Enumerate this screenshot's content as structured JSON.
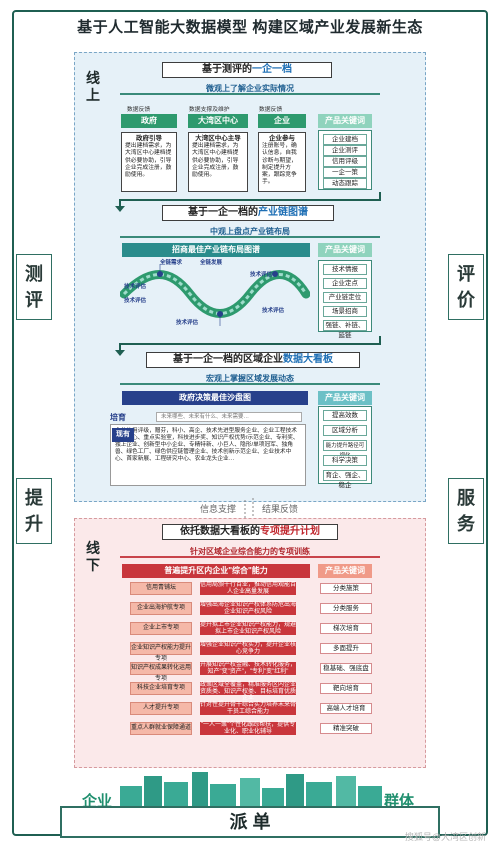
{
  "title": "基于人工智能大数据模型   构建区域产业发展新生态",
  "side_labels": [
    "测评",
    "提升",
    "评价",
    "服务"
  ],
  "panel_tags": {
    "online": "线上",
    "offline": "线下"
  },
  "sec1": {
    "title_prefix": "基于测评的",
    "title_hl": "一企一档",
    "sub": "微观上了解企业实际情况",
    "headers": [
      "数据反馈",
      "数据支撑及维护",
      "数据反馈"
    ],
    "chips": [
      "政府",
      "大湾区中心",
      "企业",
      "产品关键词"
    ],
    "cards": [
      {
        "t": "政府引导",
        "b": "提出建档需求，为大湾区中心建档提供必要协助，引导企业完成注册，鼓励使用。"
      },
      {
        "t": "大湾区中心主导",
        "b": "提出建档需求，为大湾区中心建档提供必要协助，引导企业完成注册，鼓励使用。"
      },
      {
        "t": "企业参与",
        "b": "注册账号，确认信息，自我诊断与期望，制定提升方案，跟踪竞争手。"
      }
    ],
    "keywords": [
      "企业建档",
      "企业测评",
      "信用评级",
      "一企一策",
      "动态跟踪"
    ]
  },
  "sec2": {
    "title_prefix": "基于一企一档的",
    "title_hl": "产业链图谱",
    "sub": "中观上盘点产业链布局",
    "bar": "招商最佳产业链布局图谱",
    "wave_tags": [
      "全链需求",
      "全链发展",
      "技术评估",
      "技术评估",
      "技术评估",
      "技术评估",
      "技术评估"
    ],
    "keywords_title": "产品关键词",
    "keywords": [
      "技术情报",
      "企业定点",
      "产业链定位",
      "场景招商",
      "强链、补链、延链"
    ]
  },
  "sec3": {
    "title_prefix": "基于一企一档的区域企业",
    "title_hl": "数据大看板",
    "sub": "宏观上掌握区域发展动态",
    "bar": "政府决策最佳沙盘图",
    "prompt": "未来哪些、未来有什么、未来需要…",
    "tag1": "培育",
    "tag2": "现有",
    "body": "企业信用评级，赠芬，科小、高企、技术先进型服务企业、企业工程技术研究中心、重点实验室，科技进步奖、知识产权优势/示范企业、专利奖、独上企业、创新型中小企业、专精特新、小巨人、隐形/单项冠军、独角兽、绿色工厂、绿色供应链管理企业、技术创新示范企业、企业技术中心、首家新展、工程研究中心、农业龙头企业…",
    "keywords_title": "产品关键词",
    "keywords": [
      "提高效数",
      "区域分析",
      "能力提升路径可视化",
      "科学决策",
      "育企、强企、稳企"
    ]
  },
  "flow": {
    "left": "信息支撑",
    "right": "结果反馈"
  },
  "sec4": {
    "title_prefix": "依托数据大看板的",
    "title_hl": "专项提升计划",
    "sub": "针对区域企业综合能力的专项训练",
    "bar": "普遍提升区内企业\"综合\"能力",
    "keywords_title": "产品关键词",
    "rows": [
      {
        "l": "信用青铺坛",
        "m": "信用局颁干行百业，推动信用观能百人企业高量发展",
        "k": "分类施策"
      },
      {
        "l": "企业出海护航专项",
        "m": "增强出海企业知识产权体系防危出海企业知识产权风险",
        "k": "分类服务"
      },
      {
        "l": "企业上市专项",
        "m": "提升拟上市企业知识产权能力，规避拟上市企业知识产权风险",
        "k": "梯次培育"
      },
      {
        "l": "企业知识产权能力提升专项",
        "m": "增强企业知识产权实力，提升企业核心竞争力",
        "k": "多面提升"
      },
      {
        "l": "知识产权成果转化运用专项",
        "m": "开展知识产权金融、技术转化服务，知产\"变\"资产\"，\"专利\"变\"红利\"",
        "k": "稳基础、强底盘"
      },
      {
        "l": "科技企业培育专项",
        "m": "政策区域全覆盖，精准服务区内企业资质类、知识产权类、目标培育优质企业",
        "k": "靶向培育"
      },
      {
        "l": "人才提升专项",
        "m": "针对性提升骨干综合实力培养未来骨干员工综合能力",
        "k": "高端人才培育"
      },
      {
        "l": "重点人群就业保障通道",
        "m": "\"一人一策\"个性化跟踪帮扶，提供专业化、职业化辅导",
        "k": "精准突破"
      }
    ]
  },
  "bottom": {
    "left_word": "企业",
    "right_word": "群体",
    "pill": "派  单"
  },
  "watermark": "搜狐号@大湾区创新",
  "colors": {
    "frame": "#1f5f52",
    "online_bg": "#e6f1f8",
    "offline_bg": "#fbe9ea",
    "accent_green": "#2e9a6e",
    "accent_red": "#c8363c",
    "accent_blue": "#27408b"
  }
}
